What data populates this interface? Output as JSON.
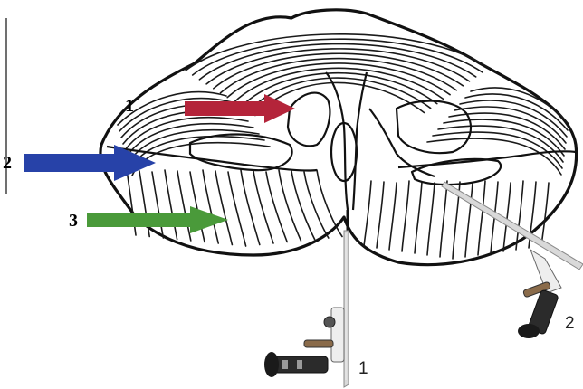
{
  "arrows": [
    {
      "label": "1",
      "color": "#b4243a"
    },
    {
      "label": "2",
      "color": "#2742a8"
    },
    {
      "label": "3",
      "color": "#4a9a3a"
    }
  ],
  "endoscopes": [
    {
      "label": "1"
    },
    {
      "label": "2"
    }
  ],
  "colors": {
    "ink": "#111111",
    "scope_tip": "#c8c8c8",
    "scope_body": "#333333"
  }
}
